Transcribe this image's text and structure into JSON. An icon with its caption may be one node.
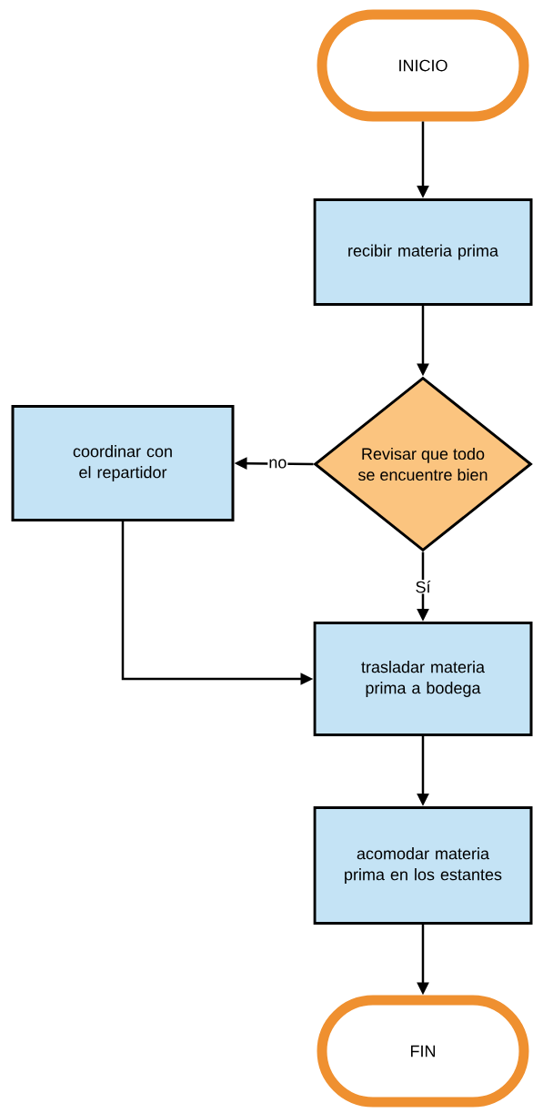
{
  "diagram": {
    "nodes": [
      {
        "text": [
          "INICIO"
        ]
      },
      {
        "text": [
          "recibir materia prima"
        ]
      },
      {
        "text": [
          "Revisar que todo se encuentre bien"
        ]
      },
      {
        "text": [
          "coordinar con el repartidor"
        ]
      },
      {
        "text": [
          "trasladar materia prima a bodega"
        ]
      },
      {
        "text": [
          "acomodar materia prima en los estantes"
        ]
      },
      {
        "text": [
          "FIN"
        ]
      }
    ],
    "edges": [
      {
        "from": 0,
        "to": 1,
        "arrow": "to"
      },
      {
        "from": 1,
        "to": 2,
        "arrow": "to"
      },
      {
        "from": 2,
        "to": 3,
        "arrow": "to",
        "label": "no"
      },
      {
        "from": 2,
        "to": 4,
        "arrow": "to",
        "label": "Sí"
      },
      {
        "from": 3,
        "to": 4,
        "arrow": "to"
      },
      {
        "from": 4,
        "to": 5,
        "arrow": "to"
      },
      {
        "from": 5,
        "to": 6,
        "arrow": "to"
      }
    ]
  }
}
